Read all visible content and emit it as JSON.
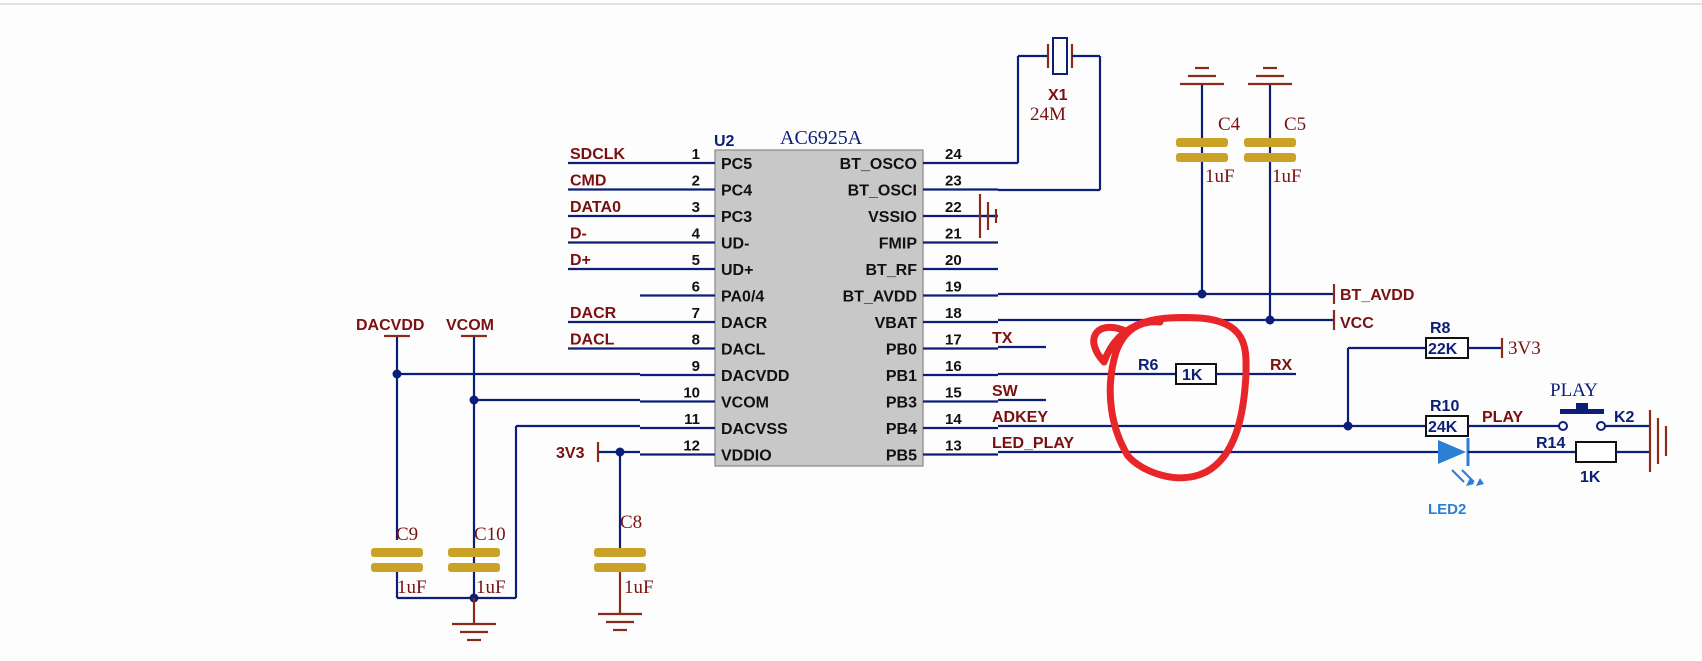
{
  "ic": {
    "designator": "U2",
    "part": "AC6925A",
    "left_pins": [
      {
        "num": "1",
        "name": "PC5",
        "net": "SDCLK"
      },
      {
        "num": "2",
        "name": "PC4",
        "net": "CMD"
      },
      {
        "num": "3",
        "name": "PC3",
        "net": "DATA0"
      },
      {
        "num": "4",
        "name": "UD-",
        "net": "D-"
      },
      {
        "num": "5",
        "name": "UD+",
        "net": "D+"
      },
      {
        "num": "6",
        "name": "PA0/4",
        "net": ""
      },
      {
        "num": "7",
        "name": "DACR",
        "net": "DACR"
      },
      {
        "num": "8",
        "name": "DACL",
        "net": "DACL"
      },
      {
        "num": "9",
        "name": "DACVDD",
        "net": ""
      },
      {
        "num": "10",
        "name": "VCOM",
        "net": ""
      },
      {
        "num": "11",
        "name": "DACVSS",
        "net": ""
      },
      {
        "num": "12",
        "name": "VDDIO",
        "net": ""
      }
    ],
    "right_pins": [
      {
        "num": "24",
        "name": "BT_OSCO",
        "net": ""
      },
      {
        "num": "23",
        "name": "BT_OSCI",
        "net": ""
      },
      {
        "num": "22",
        "name": "VSSIO",
        "net": ""
      },
      {
        "num": "21",
        "name": "FMIP",
        "net": ""
      },
      {
        "num": "20",
        "name": "BT_RF",
        "net": ""
      },
      {
        "num": "19",
        "name": "BT_AVDD",
        "net": ""
      },
      {
        "num": "18",
        "name": "VBAT",
        "net": ""
      },
      {
        "num": "17",
        "name": "PB0",
        "net": "TX"
      },
      {
        "num": "16",
        "name": "PB1",
        "net": ""
      },
      {
        "num": "15",
        "name": "PB3",
        "net": "SW"
      },
      {
        "num": "14",
        "name": "PB4",
        "net": "ADKEY"
      },
      {
        "num": "13",
        "name": "PB5",
        "net": "LED_PLAY"
      }
    ]
  },
  "crystal": {
    "designator": "X1",
    "value": "24M"
  },
  "caps": {
    "c4": {
      "designator": "C4",
      "value": "1uF"
    },
    "c5": {
      "designator": "C5",
      "value": "1uF"
    },
    "c8": {
      "designator": "C8",
      "value": "1uF"
    },
    "c9": {
      "designator": "C9",
      "value": "1uF"
    },
    "c10": {
      "designator": "C10",
      "value": "1uF"
    }
  },
  "power_labels": {
    "bt_avdd": "BT_AVDD",
    "vcc": "VCC",
    "dacvdd": "DACVDD",
    "vcom": "VCOM",
    "v3v3_left": "3V3",
    "v3v3_right": "3V3"
  },
  "resistors": {
    "r6": {
      "designator": "R6",
      "value": "1K",
      "net": "RX"
    },
    "r8": {
      "designator": "R8",
      "value": "22K"
    },
    "r10": {
      "designator": "R10",
      "value": "24K",
      "net": "PLAY"
    },
    "r14": {
      "designator": "R14",
      "value": "1K"
    }
  },
  "switch": {
    "designator": "K2",
    "label": "PLAY"
  },
  "led": {
    "designator": "LED2"
  },
  "colors": {
    "wire": "#0b1e78",
    "net_label": "#7a1010",
    "capacitor": "#c9a227",
    "led": "#2a7fd4",
    "highlight": "#e8262a",
    "ic_body": "#c8c8c8"
  }
}
